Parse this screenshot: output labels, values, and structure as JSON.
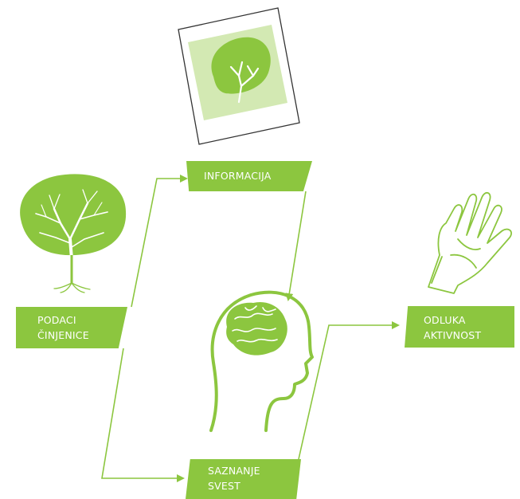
{
  "colors": {
    "accent": "#8cc63f",
    "light": "#d3e9b3",
    "line": "#8cc63f",
    "frame": "#333333"
  },
  "nodes": {
    "podaci": {
      "line1": "PODACI",
      "line2": "ČINJENICE"
    },
    "informacija": {
      "line1": "INFORMACIJA"
    },
    "saznanje": {
      "line1": "SAZNANJE",
      "line2": "SVEST"
    },
    "odluka": {
      "line1": "ODLUKA",
      "line2": "AKTIVNOST"
    }
  },
  "icons": [
    "polaroid-tree-icon",
    "tree-icon",
    "head-brain-icon",
    "hand-icon"
  ]
}
